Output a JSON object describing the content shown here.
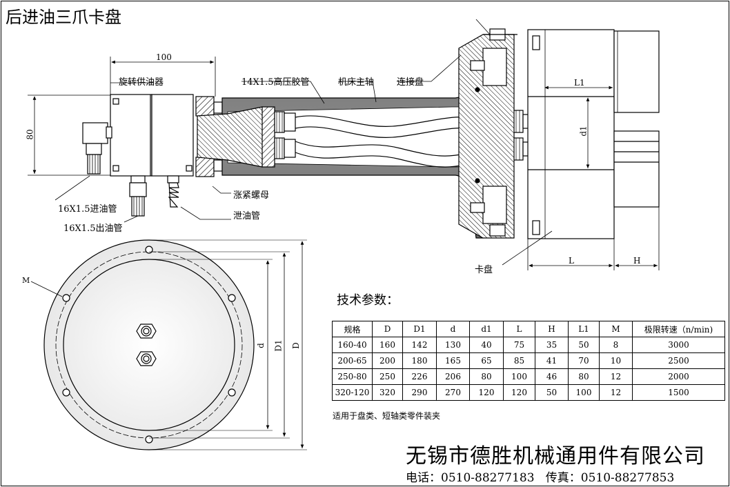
{
  "title": "后进油三爪卡盘",
  "callouts": {
    "rotary_feeder": "旋转供油器",
    "hose": "14X1.5高压胶管",
    "spindle": "机床主轴",
    "adapter_plate": "连接盘",
    "lock_nut": "涨紧螺母",
    "drain_pipe": "泄油管",
    "inlet_pipe": "16X1.5进油管",
    "outlet_pipe": "16X1.5出油管",
    "chuck": "卡盘",
    "m_label": "M"
  },
  "dimensions": {
    "width_100": "100",
    "height_80": "80",
    "L1": "L1",
    "d1": "d1",
    "L": "L",
    "H": "H",
    "d": "d",
    "D1": "D1",
    "D": "D"
  },
  "specs": {
    "heading": "技术参数：",
    "columns": [
      "规格",
      "D",
      "D1",
      "d",
      "d1",
      "L",
      "H",
      "L1",
      "M",
      "极限转速（n/min)"
    ],
    "rows": [
      [
        "160-40",
        "160",
        "142",
        "130",
        "40",
        "75",
        "35",
        "50",
        "8",
        "3000"
      ],
      [
        "200-65",
        "200",
        "180",
        "165",
        "65",
        "85",
        "41",
        "70",
        "10",
        "2500"
      ],
      [
        "250-80",
        "250",
        "226",
        "206",
        "80",
        "100",
        "46",
        "80",
        "12",
        "2000"
      ],
      [
        "320-120",
        "320",
        "290",
        "270",
        "120",
        "120",
        "50",
        "100",
        "12",
        "1500"
      ]
    ],
    "note": "适用于盘类、短轴类零件装夹"
  },
  "company": {
    "name": "无锡市德胜机械通用件有限公司",
    "phone_label": "电话：",
    "phone": "0510-88277183",
    "fax_label": "传真：",
    "fax": "0510-88277853"
  }
}
